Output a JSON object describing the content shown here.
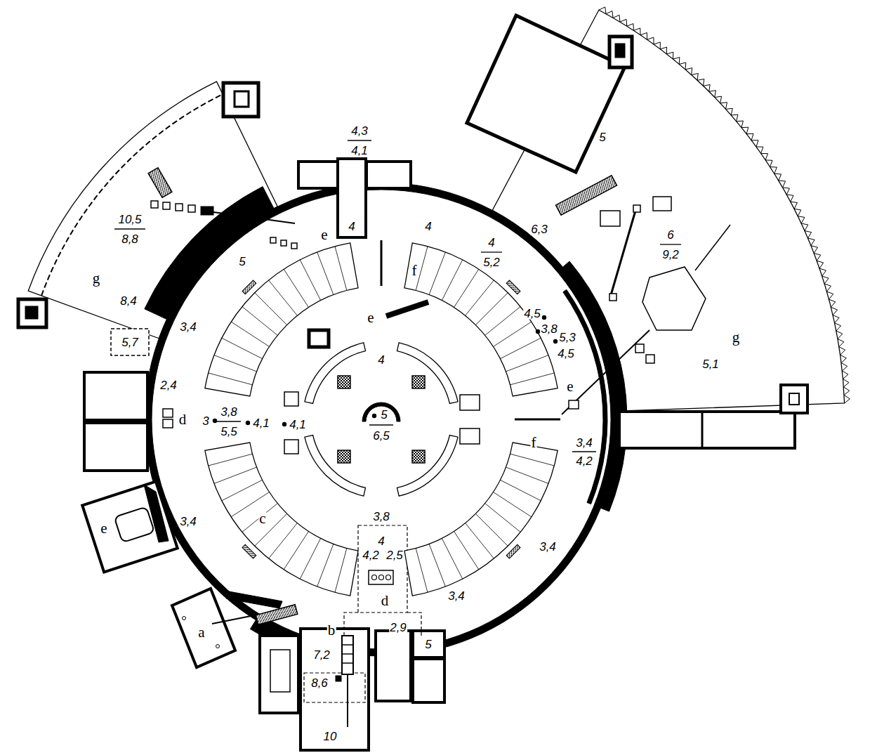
{
  "diagram": {
    "labels": [
      "4,3",
      "4,1",
      "4",
      "5",
      "6,3",
      "6",
      "9,2",
      "4",
      "4",
      "5,2",
      "4,5",
      "3,8",
      "5,3",
      "4,5",
      "e",
      "e",
      "f",
      "e",
      "g",
      "5,1",
      "10,5",
      "8,8",
      "g",
      "8,4",
      "5",
      "3,4",
      "5,7",
      "2,4",
      "d",
      "3",
      "3,8",
      "5,5",
      "4,1",
      "4,1",
      "4",
      "5",
      "6,5",
      "3,4",
      "4,2",
      "f",
      "3,8",
      "c",
      "3,4",
      "4",
      "4,2",
      "2,5",
      "3,4",
      "d",
      "3,4",
      "2,9",
      "b",
      "a",
      "e",
      "7,2",
      "8,6",
      "10",
      "5"
    ]
  }
}
